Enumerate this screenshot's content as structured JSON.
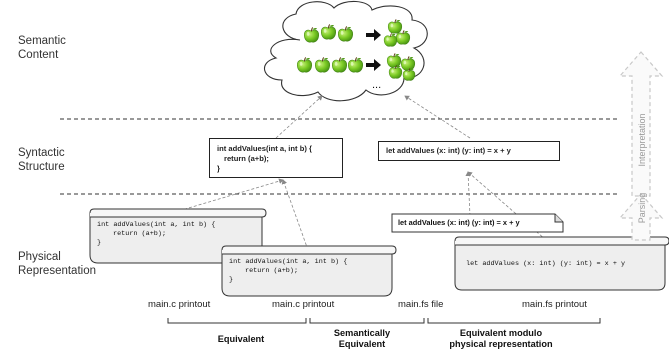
{
  "levels": {
    "semantic": [
      "Semantic",
      "Content"
    ],
    "syntactic": [
      "Syntactic",
      "Structure"
    ],
    "physical": [
      "Physical",
      "Representation"
    ]
  },
  "arrows": {
    "interpretation": "Interpretation",
    "parsing": "Parsing"
  },
  "cloud": {
    "ellipsis": "..."
  },
  "syntax_boxes": {
    "c": [
      "int addValues(int a, int b) {",
      "  return (a+b);",
      "}"
    ],
    "fs": "let addValues (x: int) (y: int) = x + y"
  },
  "physical_boxes": {
    "c_printout_1": [
      "int addValues(int a, int b) {",
      "    return (a+b);",
      "}"
    ],
    "c_printout_2": [
      "int addValues(int a, int b) {",
      "    return (a+b);",
      "}"
    ],
    "fs_file": "let addValues (x: int) (y: int) = x + y",
    "fs_printout": "let addValues (x: int) (y: int) = x + y"
  },
  "captions": {
    "c_printout_1": "main.c printout",
    "c_printout_2": "main.c printout",
    "fs_file": "main.fs file",
    "fs_printout": "main.fs printout"
  },
  "groups": {
    "equivalent": "Equivalent",
    "semantically_equivalent": [
      "Semantically",
      "Equivalent"
    ],
    "equivalent_modulo": [
      "Equivalent modulo",
      "physical representation"
    ]
  },
  "colors": {
    "apple_green": "#6fbf1e",
    "apple_dark": "#3f8a10",
    "arrow_grey": "#c8c8c8",
    "paper_grey": "#eeeeee"
  },
  "icons": [
    "apple-icon",
    "right-arrow-icon",
    "cloud-icon",
    "scroll-icon",
    "document-icon"
  ]
}
